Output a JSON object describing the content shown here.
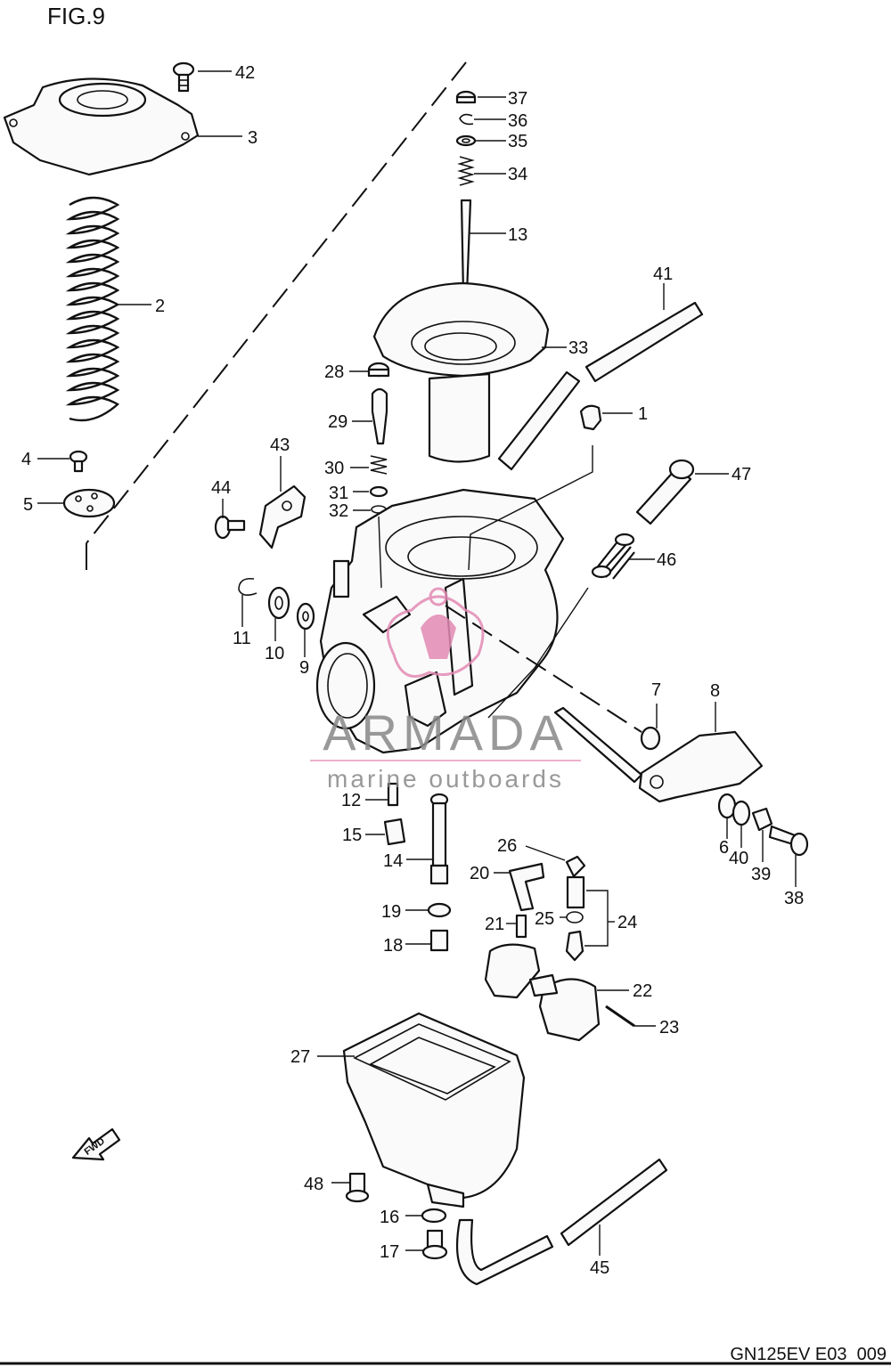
{
  "figure": {
    "title": "FIG.9",
    "code": "GN125EV E03_009"
  },
  "watermark": {
    "brand": "ARMADA",
    "tagline": "marine outboards",
    "accent_color": "#d9639a"
  },
  "fwd_arrow": {
    "text": "FWD"
  },
  "callouts": [
    {
      "id": "42",
      "label": "42"
    },
    {
      "id": "3",
      "label": "3"
    },
    {
      "id": "2",
      "label": "2"
    },
    {
      "id": "4",
      "label": "4"
    },
    {
      "id": "5",
      "label": "5"
    },
    {
      "id": "37",
      "label": "37"
    },
    {
      "id": "36",
      "label": "36"
    },
    {
      "id": "35",
      "label": "35"
    },
    {
      "id": "34",
      "label": "34"
    },
    {
      "id": "13",
      "label": "13"
    },
    {
      "id": "41",
      "label": "41"
    },
    {
      "id": "33",
      "label": "33"
    },
    {
      "id": "28",
      "label": "28"
    },
    {
      "id": "1",
      "label": "1"
    },
    {
      "id": "29",
      "label": "29"
    },
    {
      "id": "43",
      "label": "43"
    },
    {
      "id": "47",
      "label": "47"
    },
    {
      "id": "30",
      "label": "30"
    },
    {
      "id": "44",
      "label": "44"
    },
    {
      "id": "31",
      "label": "31"
    },
    {
      "id": "32",
      "label": "32"
    },
    {
      "id": "46",
      "label": "46"
    },
    {
      "id": "11",
      "label": "11"
    },
    {
      "id": "10",
      "label": "10"
    },
    {
      "id": "9",
      "label": "9"
    },
    {
      "id": "7",
      "label": "7"
    },
    {
      "id": "8",
      "label": "8"
    },
    {
      "id": "12",
      "label": "12"
    },
    {
      "id": "15",
      "label": "15"
    },
    {
      "id": "14",
      "label": "14"
    },
    {
      "id": "6",
      "label": "6"
    },
    {
      "id": "40",
      "label": "40"
    },
    {
      "id": "39",
      "label": "39"
    },
    {
      "id": "38",
      "label": "38"
    },
    {
      "id": "26",
      "label": "26"
    },
    {
      "id": "20",
      "label": "20"
    },
    {
      "id": "24",
      "label": "24"
    },
    {
      "id": "21",
      "label": "21"
    },
    {
      "id": "25",
      "label": "25"
    },
    {
      "id": "19",
      "label": "19"
    },
    {
      "id": "18",
      "label": "18"
    },
    {
      "id": "22",
      "label": "22"
    },
    {
      "id": "23",
      "label": "23"
    },
    {
      "id": "27",
      "label": "27"
    },
    {
      "id": "48",
      "label": "48"
    },
    {
      "id": "16",
      "label": "16"
    },
    {
      "id": "17",
      "label": "17"
    },
    {
      "id": "45",
      "label": "45"
    }
  ]
}
